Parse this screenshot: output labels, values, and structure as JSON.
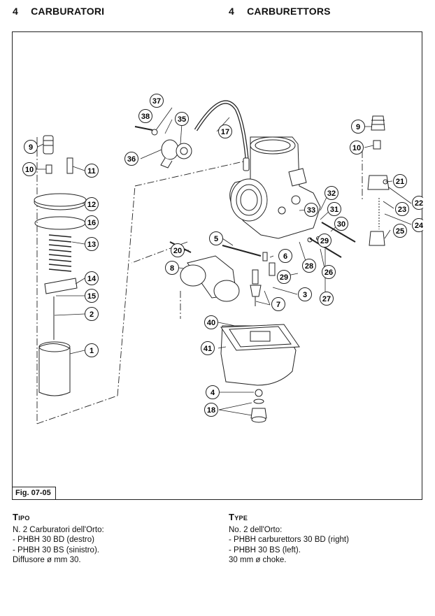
{
  "header": {
    "left": {
      "number": "4",
      "title": "CARBURATORI"
    },
    "right": {
      "number": "4",
      "title": "CARBURETTORS"
    }
  },
  "figure": {
    "tag": "Fig. 07-05",
    "callouts": {
      "c1": "1",
      "c2": "2",
      "c3": "3",
      "c4": "4",
      "c5": "5",
      "c6": "6",
      "c7": "7",
      "c8": "8",
      "c9a": "9",
      "c9b": "9",
      "c10a": "10",
      "c10b": "10",
      "c11": "11",
      "c12": "12",
      "c13": "13",
      "c14": "14",
      "c15": "15",
      "c16": "16",
      "c17": "17",
      "c18": "18",
      "c20": "20",
      "c21": "21",
      "c22": "22",
      "c23": "23",
      "c24": "24",
      "c25": "25",
      "c26": "26",
      "c27": "27",
      "c28": "28",
      "c29a": "29",
      "c29b": "29",
      "c30": "30",
      "c31": "31",
      "c32": "32",
      "c33": "33",
      "c35": "35",
      "c36": "36",
      "c37": "37",
      "c38": "38",
      "c40": "40",
      "c41": "41"
    }
  },
  "left_text": {
    "title": "Tipo",
    "lines": [
      "N. 2  Carburatori dell'Orto:",
      "- PHBH 30 BD (destro)",
      "- PHBH 30 BS (sinistro).",
      "Diffusore ø mm 30."
    ]
  },
  "right_text": {
    "title": "Type",
    "lines": [
      "No. 2  dell'Orto:",
      "- PHBH carburettors 30 BD (right)",
      "- PHBH 30 BS (left).",
      "30 mm ø choke."
    ]
  }
}
